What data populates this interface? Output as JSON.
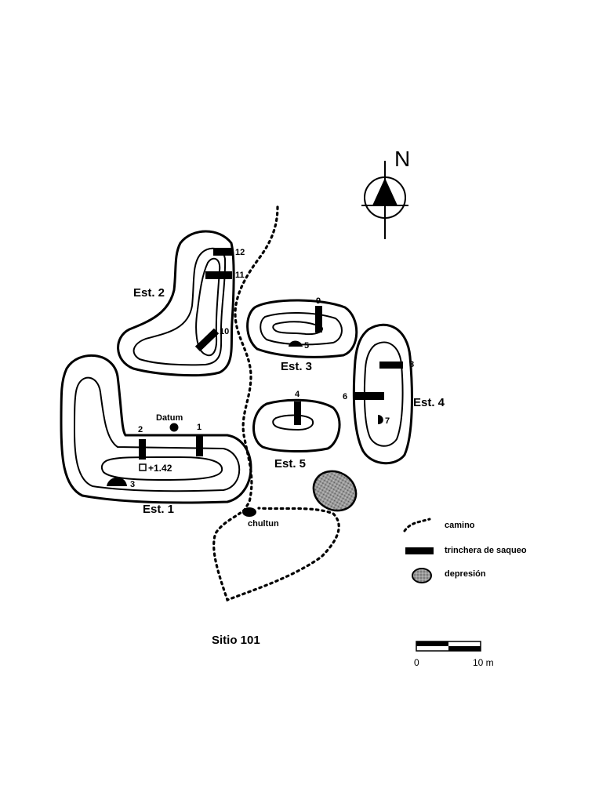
{
  "north_label": "N",
  "title": "Sitio 101",
  "datum_label": "Datum",
  "elevation_label": "+1.42",
  "chultun_label": "chultun",
  "structures": {
    "est1": "Est. 1",
    "est2": "Est. 2",
    "est3": "Est. 3",
    "est4": "Est. 4",
    "est5": "Est. 5"
  },
  "trench_numbers": {
    "t1": "1",
    "t2": "2",
    "t3": "3",
    "t4": "4",
    "t5": "5",
    "t6": "6",
    "t7": "7",
    "t8": "8",
    "t9": "9",
    "t10": "10",
    "t11": "11",
    "t12": "12"
  },
  "legend": {
    "path": "camino",
    "looters_trench": "trinchera de saqueo",
    "depression": "depresión"
  },
  "scale_bar": {
    "start_label": "0",
    "end_label": "10 m"
  },
  "colors": {
    "ink": "#000000",
    "depression_fill": "#8c8c8c",
    "background": "#ffffff"
  }
}
